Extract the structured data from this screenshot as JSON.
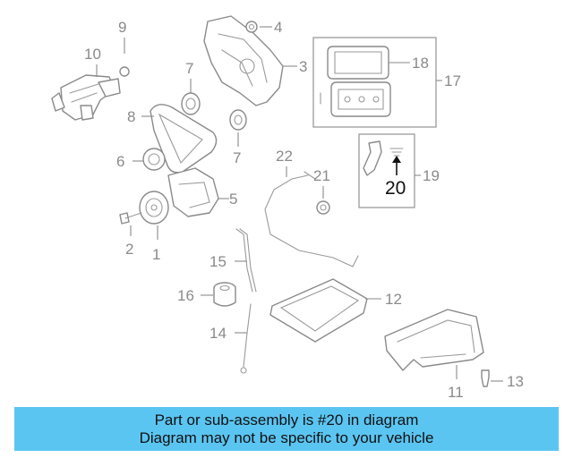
{
  "callouts": {
    "c1": "1",
    "c2": "2",
    "c3": "3",
    "c4": "4",
    "c5": "5",
    "c6": "6",
    "c7a": "7",
    "c7b": "7",
    "c8": "8",
    "c9": "9",
    "c10": "10",
    "c11": "11",
    "c12": "12",
    "c13": "13",
    "c14": "14",
    "c15": "15",
    "c16": "16",
    "c17": "17",
    "c18": "18",
    "c19": "19",
    "c20": "20",
    "c21": "21",
    "c22": "22"
  },
  "notice": {
    "line1": "Part or sub-assembly is #20 in diagram",
    "line2": "Diagram may not be specific to your vehicle"
  },
  "colors": {
    "notice_bg": "#5bc5f2",
    "line_art": "#8a8a8a",
    "highlight_text": "#111111"
  }
}
